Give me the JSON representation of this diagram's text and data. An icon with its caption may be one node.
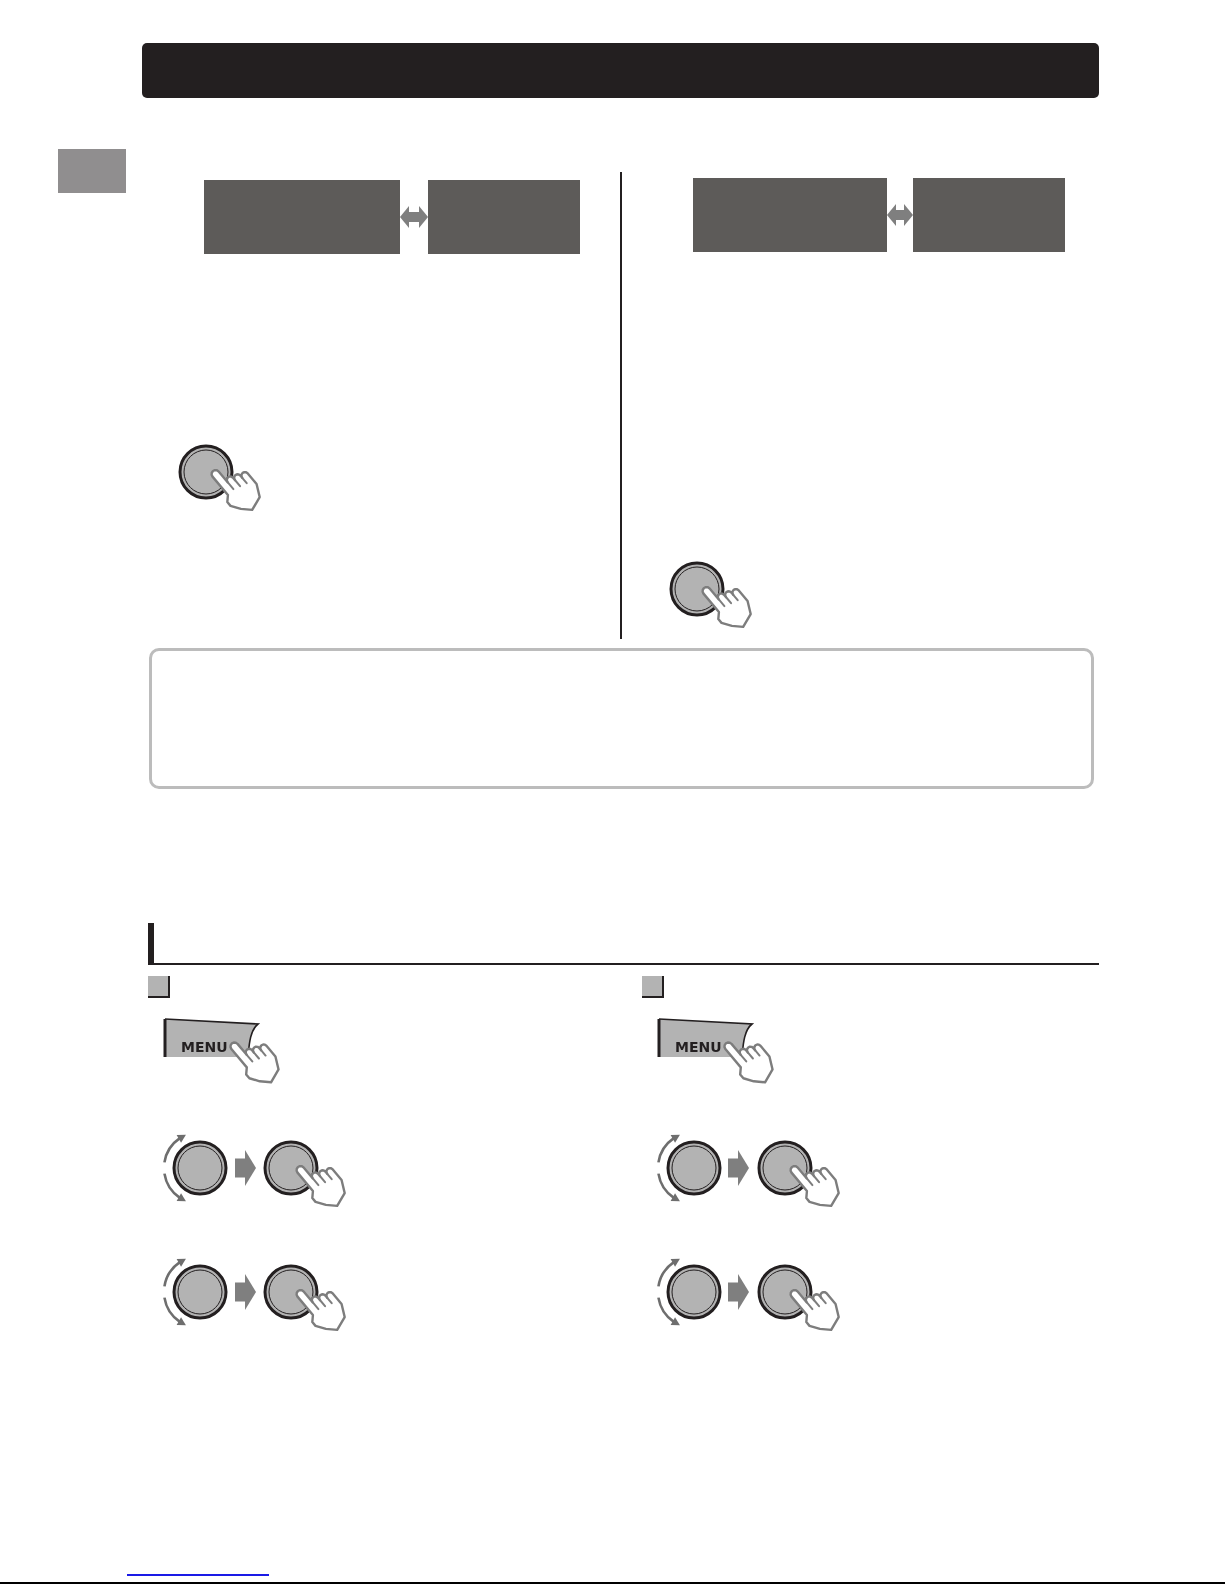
{
  "diagram": {
    "nodes": [
      {
        "text": [],
        "shape": "bar"
      },
      {
        "text": [],
        "shape": "box"
      },
      {
        "text": [],
        "shape": "box"
      },
      {
        "text": [],
        "shape": "box"
      },
      {
        "text": [],
        "shape": "box"
      },
      {
        "text": [],
        "shape": "box"
      },
      {
        "text": [
          "MENU"
        ]
      },
      {
        "text": [],
        "shape": "picture"
      },
      {
        "text": [],
        "shape": "picture"
      },
      {
        "text": [],
        "shape": "picture"
      },
      {
        "text": [],
        "shape": "picture"
      },
      {
        "text": [
          "MENU"
        ]
      },
      {
        "text": [],
        "shape": "picture"
      },
      {
        "text": [],
        "shape": "picture"
      },
      {
        "text": [],
        "shape": "picture"
      },
      {
        "text": [],
        "shape": "picture"
      }
    ],
    "edges": [
      {
        "from": 1,
        "to": 2,
        "arrow": "both"
      },
      {
        "from": 3,
        "to": 4,
        "arrow": "both"
      },
      {
        "from": 7,
        "to": 8,
        "arrow": "to"
      },
      {
        "from": 9,
        "to": 10,
        "arrow": "to"
      },
      {
        "from": 12,
        "to": 13,
        "arrow": "to"
      },
      {
        "from": 14,
        "to": 15,
        "arrow": "to"
      }
    ]
  }
}
